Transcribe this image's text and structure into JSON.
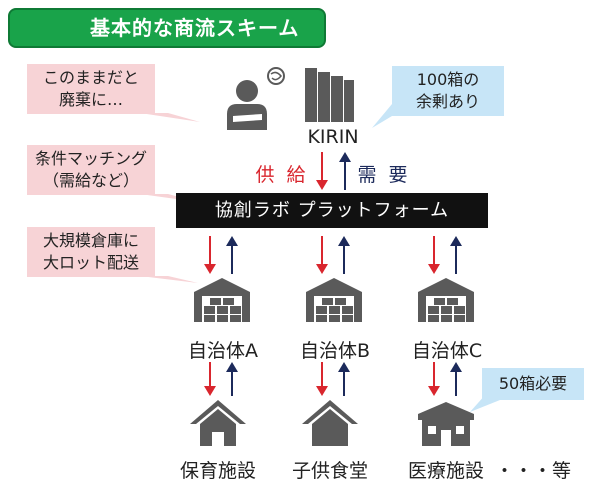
{
  "title": "基本的な商流スキーム",
  "callouts": {
    "waste_line1": "このままだと",
    "waste_line2": "廃棄に…",
    "matching_line1": "条件マッチング",
    "matching_line2": "（需給など）",
    "warehouse_line1": "大規模倉庫に",
    "warehouse_line2": "大ロット配送",
    "surplus_line1": "100箱の",
    "surplus_line2": "余剰あり",
    "need": "50箱必要"
  },
  "kirin_label": "KIRIN",
  "supply_label": "供 給",
  "demand_label": "需 要",
  "platform_label": "協創ラボ  プラットフォーム",
  "municipalities": [
    "自治体A",
    "自治体B",
    "自治体C"
  ],
  "facilities": [
    "保育施設",
    "子供食堂",
    "医療施設"
  ],
  "etc_label": "・・・等",
  "colors": {
    "green": "#19a34a",
    "pink": "#f7d3d6",
    "blue": "#c7e5f7",
    "red_arrow": "#d9262e",
    "navy_arrow": "#1c2a5b",
    "icon_gray": "#5a5a5a"
  }
}
